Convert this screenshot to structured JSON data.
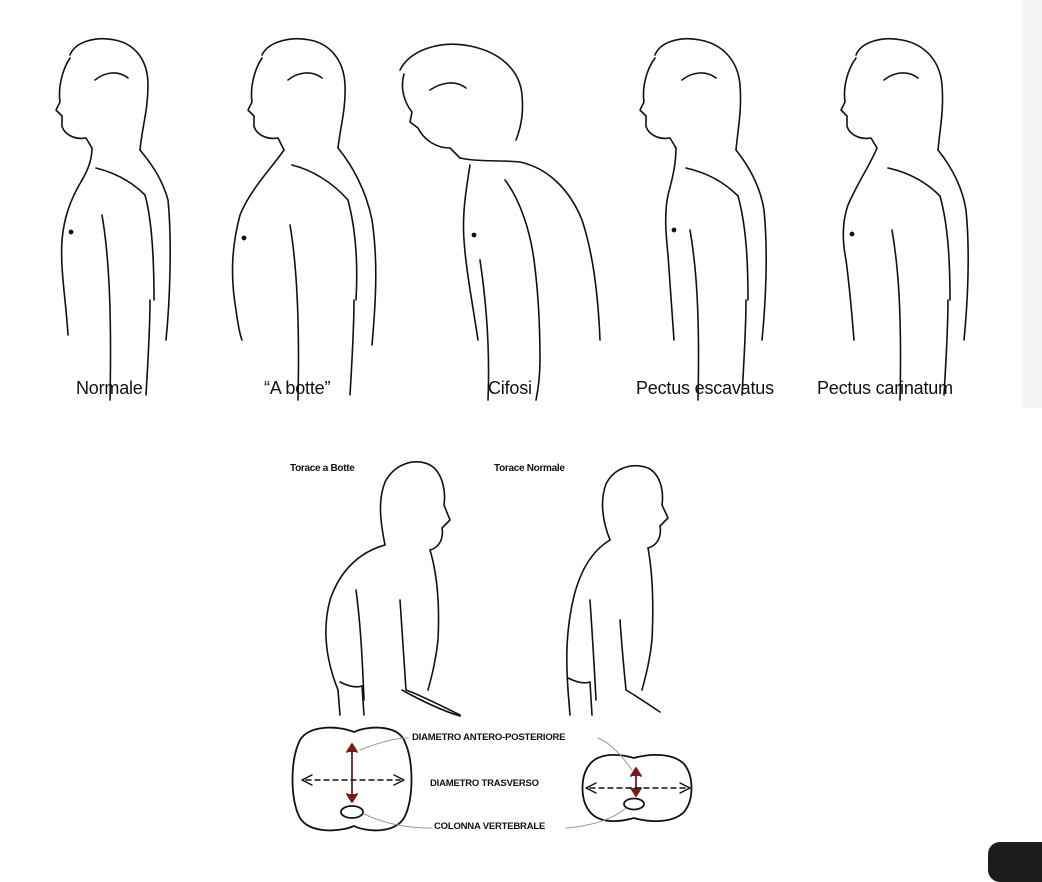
{
  "top_panel": {
    "captions": [
      "Normale",
      "“A botte”",
      "Cifosi",
      "Pectus escavatus",
      "Pectus carinatum"
    ]
  },
  "bottom_panel": {
    "title_left": "Torace a Botte",
    "title_right": "Torace Normale",
    "labels": {
      "ap": "DIAMETRO ANTERO-POSTERIORE",
      "transverse": "DIAMETRO TRASVERSO",
      "spine": "COLONNA VERTEBRALE"
    }
  },
  "colors": {
    "line": "#111111",
    "arrow_ap": "#7a1a1a",
    "leader": "#999999"
  }
}
